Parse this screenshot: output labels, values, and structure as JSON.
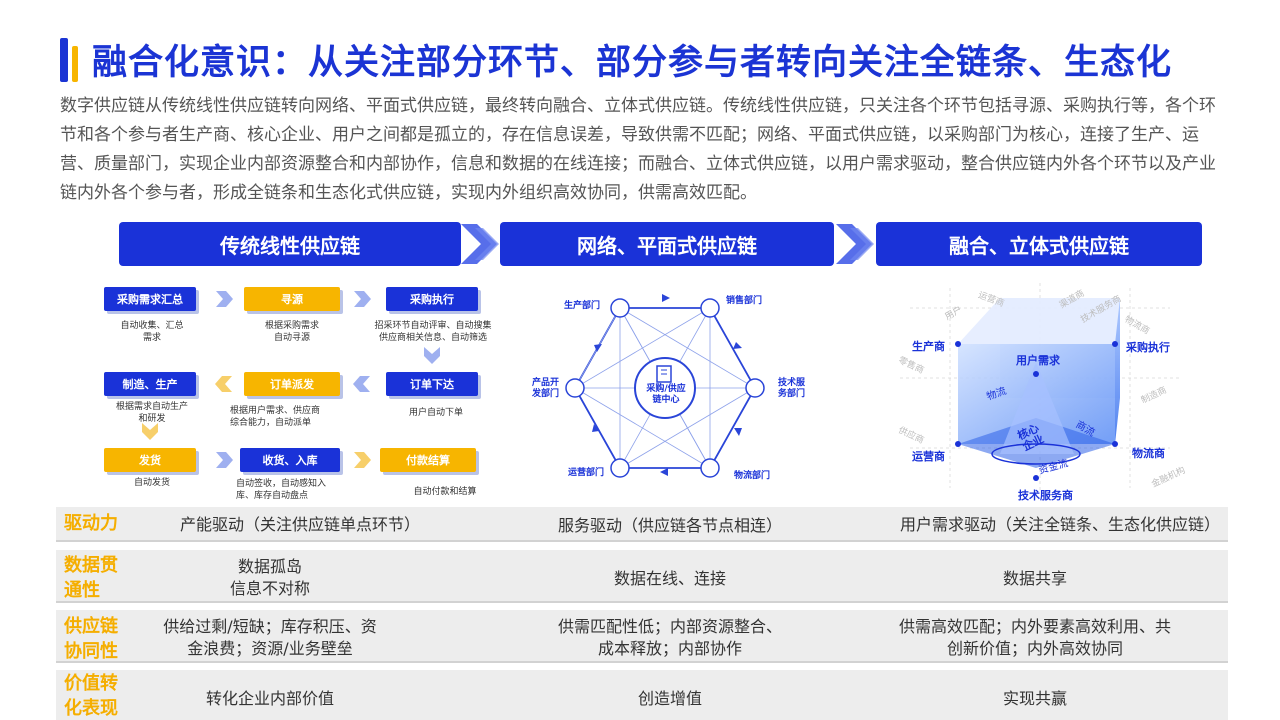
{
  "title": "融合化意识：从关注部分环节、部分参与者转向关注全链条、生态化",
  "intro": "数字供应链从传统线性供应链转向网络、平面式供应链，最终转向融合、立体式供应链。传统线性供应链，只关注各个环节包括寻源、采购执行等，各个环节和各个参与者生产商、核心企业、用户之间都是孤立的，存在信息误差，导致供需不匹配；网络、平面式供应链，以采购部门为核心，连接了生产、运营、质量部门，实现企业内部资源整合和内部协作，信息和数据的在线连接；而融合、立体式供应链，以用户需求驱动，整合供应链内外各个环节以及产业链内外各个参与者，形成全链条和生态化式供应链，实现内外组织高效协同，供需高效匹配。",
  "headers": [
    "传统线性供应链",
    "网络、平面式供应链",
    "融合、立体式供应链"
  ],
  "linear": {
    "boxes": [
      "采购需求汇总",
      "寻源",
      "采购执行",
      "制造、生产",
      "订单派发",
      "订单下达",
      "发货",
      "收货、入库",
      "付款结算"
    ],
    "descs": [
      "自动收集、汇总\n需求",
      "根据采购需求\n自动寻源",
      "招采环节自动评审、自动搜集\n供应商相关信息、自动筛选",
      "根据需求自动生产\n和研发",
      "根据用户需求、供应商\n综合能力，自动派单",
      "用户自动下单",
      "自动发货",
      "自动签收，自动感知入\n库、库存自动盘点",
      "自动付款和结算"
    ]
  },
  "network": {
    "center": "采购/供应\n链中心",
    "nodes": [
      "生产部门",
      "销售部门",
      "技术服\n务部门",
      "物流部门",
      "运营部门",
      "产品开\n发部门"
    ]
  },
  "cube": {
    "labels": [
      "生产商",
      "用户需求",
      "采购执行",
      "运营商",
      "物流商",
      "技术服务商"
    ],
    "inner": [
      "物流",
      "商流",
      "核心\n企业",
      "资金流"
    ],
    "faint": [
      "用户",
      "渠道商",
      "技术服务商",
      "运营商",
      "物流商",
      "零售商",
      "制造商",
      "供应商",
      "金融机构"
    ]
  },
  "rows": [
    {
      "label": "驱动力",
      "cells": [
        "产能驱动（关注供应链单点环节）",
        "服务驱动（供应链各节点相连）",
        "用户需求驱动（关注全链条、生态化供应链）"
      ]
    },
    {
      "label": "数据贯\n通性",
      "cells": [
        "数据孤岛\n信息不对称",
        "数据在线、连接",
        "数据共享"
      ]
    },
    {
      "label": "供应链\n协同性",
      "cells": [
        "供给过剩/短缺；库存积压、资\n金浪费；资源/业务壁垒",
        "供需匹配性低；内部资源整合、\n成本释放；内部协作",
        "供需高效匹配；内外要素高效利用、共\n创新价值；内外高效协同"
      ]
    },
    {
      "label": "价值转\n化表现",
      "cells": [
        "转化企业内部价值",
        "创造增值",
        "实现共赢"
      ]
    }
  ],
  "colors": {
    "primary": "#1a32d8",
    "accent": "#f7b500",
    "row_bg": "#ededed"
  }
}
